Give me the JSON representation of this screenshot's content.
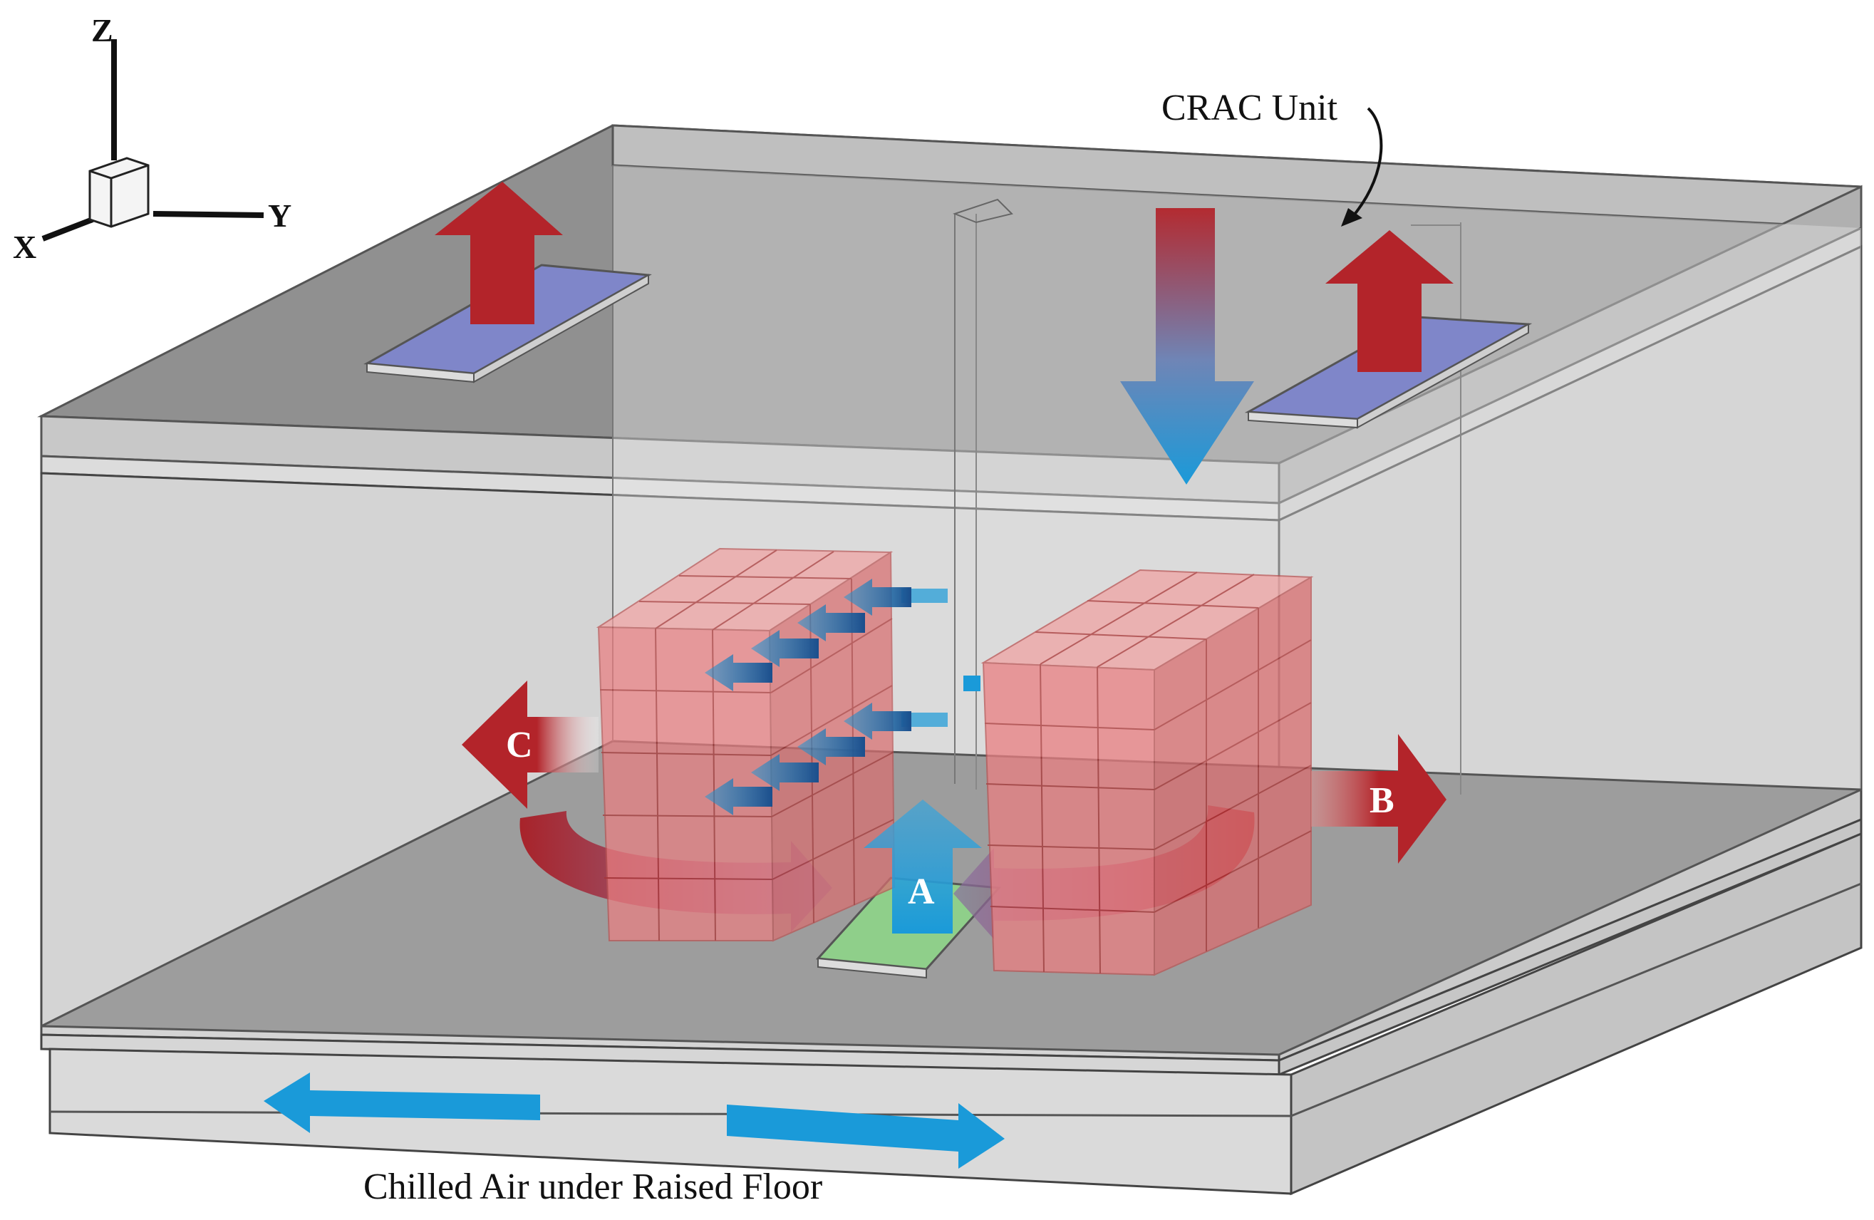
{
  "axes": {
    "z": "Z",
    "x": "X",
    "y": "Y"
  },
  "labels": {
    "crac": "CRAC Unit",
    "floor": "Chilled Air under Raised Floor",
    "a": "A",
    "b": "B",
    "c": "C"
  },
  "colors": {
    "hot_air": "#b3242a",
    "cold_air": "#1a9ad9",
    "rack": "#e77b7e",
    "vent_tile": "#7f86c9",
    "floor_tile": "#8fcf8a",
    "shell": "#c9c9c9",
    "shell_dark": "#8a8a8a"
  }
}
